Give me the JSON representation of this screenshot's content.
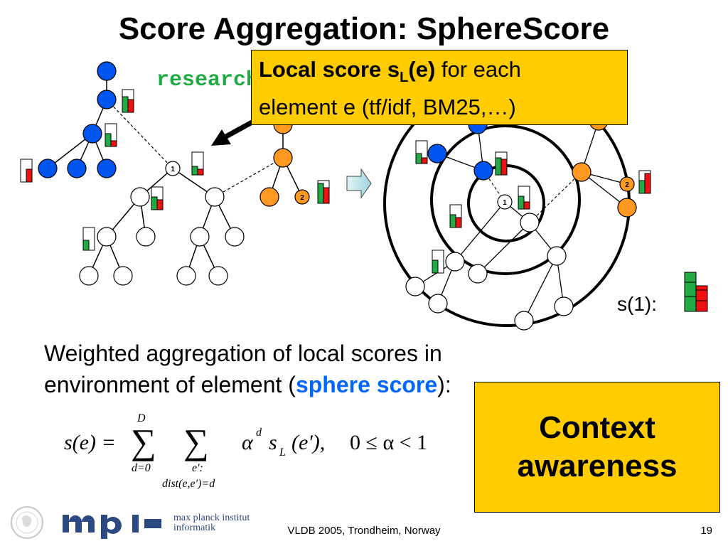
{
  "slide": {
    "title": "Score Aggregation: SphereScore",
    "keyword": "research",
    "callout": {
      "bold_prefix": "Local score s",
      "subscript": "L",
      "bold_suffix": "(e)",
      "line1_rest": " for each",
      "line2": "element e (tf/idf, BM25,…)"
    },
    "node_labels": {
      "one": "1",
      "two": "2"
    },
    "s1_label": "s(1):",
    "body": {
      "line1": "Weighted aggregation of local scores in",
      "line2_prefix": "environment of element (",
      "highlight": "sphere score",
      "line2_suffix": "):"
    },
    "formula": {
      "lhs": "s(e) =",
      "sum1_top": "D",
      "sum1_bottom": "d=0",
      "sum2_bottom_1": "e':",
      "sum2_bottom_2": "dist(e,e')=d",
      "term_alpha": "α",
      "term_alpha_exp": "d",
      "term_s": "s",
      "term_s_sub": "L",
      "term_arg": "(e'),",
      "condition": "0 ≤ α < 1"
    },
    "context_box": {
      "line1": "Context",
      "line2": "awareness"
    },
    "footer": {
      "conference": "VLDB 2005, Trondheim, Norway",
      "page": "19",
      "institute_line1": "max planck institut",
      "institute_line2": "informatik",
      "logo_text": "mpi"
    },
    "colors": {
      "callout_bg": "#ffcc00",
      "highlight_blue": "#0066ff",
      "keyword_green": "#22aa44",
      "blue_node": "#0055ee",
      "orange_node": "#ff9922",
      "bar_green": "#22aa44",
      "bar_red": "#ee1111"
    }
  }
}
